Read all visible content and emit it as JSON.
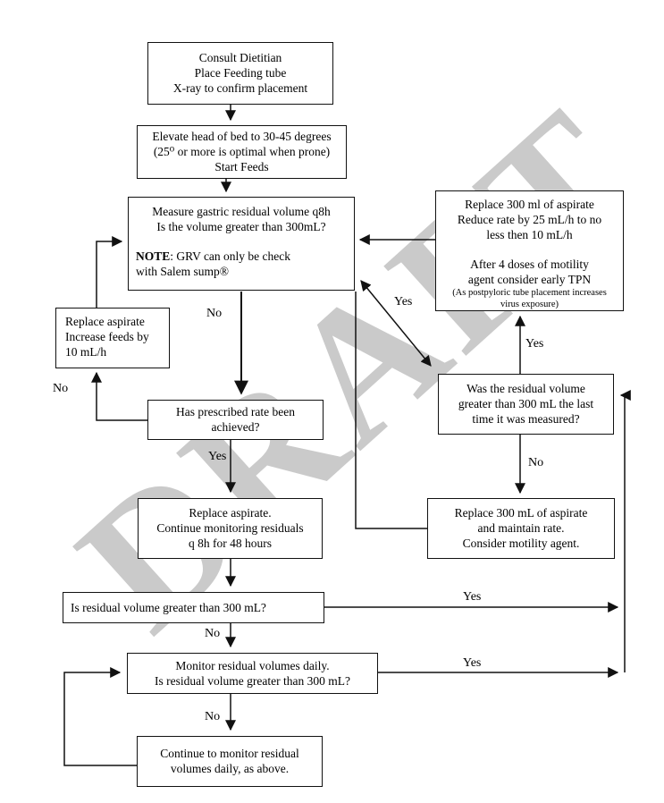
{
  "watermark": {
    "text": "DRAFT"
  },
  "labels": {
    "yes": "Yes",
    "no": "No"
  },
  "nodes": {
    "consult": {
      "lines": [
        "Consult Dietitian",
        "Place Feeding tube",
        "X-ray to confirm placement"
      ]
    },
    "elevate": {
      "lines": [
        "Elevate head of bed to 30-45 degrees",
        "(25⁰ or more is optimal when prone)",
        "Start Feeds"
      ]
    },
    "measure": {
      "lines": [
        "Measure gastric residual volume q8h",
        "Is the volume greater than 300mL?"
      ],
      "note_label": "NOTE",
      "note_rest": ": GRV can only be check",
      "note_line2": "with Salem sump®"
    },
    "replace_increase": {
      "lines": [
        "Replace aspirate",
        "Increase feeds by",
        "10 mL/h"
      ]
    },
    "prescribed": {
      "lines": [
        "Has prescribed rate been",
        "achieved?"
      ]
    },
    "replace_continue": {
      "lines": [
        "Replace aspirate.",
        "Continue monitoring residuals",
        "q 8h for 48 hours"
      ]
    },
    "reduce": {
      "lines": [
        "Replace 300 ml of aspirate",
        "Reduce rate by 25 mL/h to no",
        "less then 10 mL/h"
      ],
      "lines2": [
        "After 4 doses of motility",
        "agent consider early TPN"
      ],
      "small_lines": [
        "(As postpyloric tube placement increases",
        "virus exposure)"
      ]
    },
    "was_residual": {
      "lines": [
        "Was the residual volume",
        "greater than 300 mL the last",
        "time it was measured?"
      ]
    },
    "replace_maintain": {
      "lines": [
        "Replace 300 mL of aspirate",
        "and maintain rate.",
        "Consider motility agent."
      ]
    },
    "is_residual": {
      "lines": [
        "Is residual volume greater than 300 mL?"
      ]
    },
    "monitor": {
      "lines": [
        "Monitor residual volumes daily.",
        "Is residual volume greater than 300 mL?"
      ]
    },
    "continue_monitor": {
      "lines": [
        "Continue to monitor residual",
        "volumes daily, as above."
      ]
    }
  }
}
